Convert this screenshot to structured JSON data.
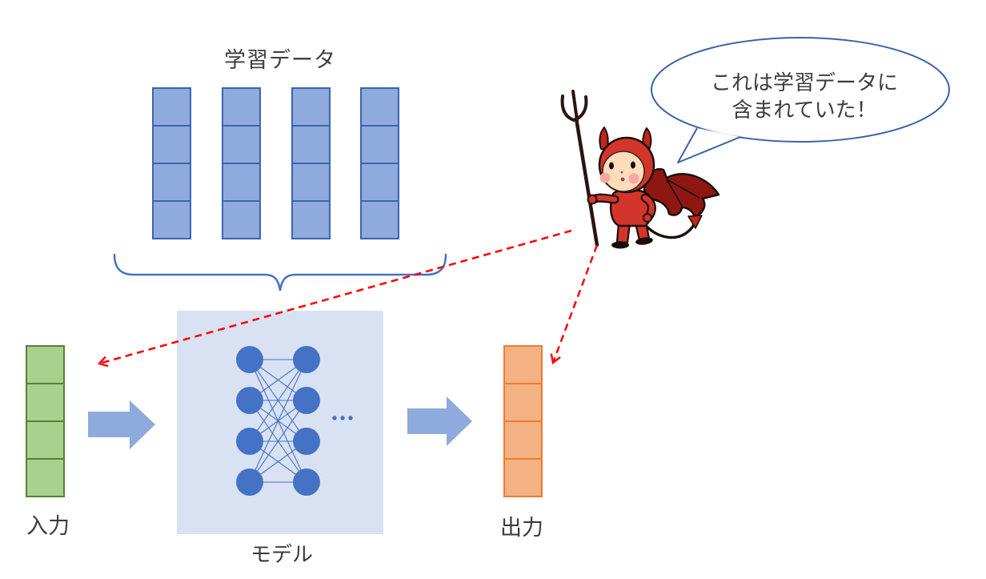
{
  "diagram": {
    "title": "学習データ",
    "model_label": "モデル",
    "input_label": "入力",
    "output_label": "出力",
    "speech_bubble": {
      "line1": "これは学習データに",
      "line2": "含まれていた！",
      "border_color": "#3a62a7"
    },
    "training_data": {
      "columns": 4,
      "cells_per_column": 4,
      "cell_fill": "#8FAADC",
      "cell_border": "#3a66b0"
    },
    "model": {
      "box_fill": "#D9E2F3",
      "node_color": "#4472C4",
      "nodes_per_layer": 4,
      "layers_shown": 2,
      "ellipsis_dots": 3
    },
    "input_vector": {
      "cells": 4,
      "cell_fill": "#A9D18E",
      "cell_border": "#548235"
    },
    "output_vector": {
      "cells": 4,
      "cell_fill": "#F4B183",
      "cell_border": "#ED7D31"
    },
    "flow_arrow_color": "#8FAADC",
    "attack_arrow_color": "#FF0000",
    "brace_color": "#4472C4"
  }
}
